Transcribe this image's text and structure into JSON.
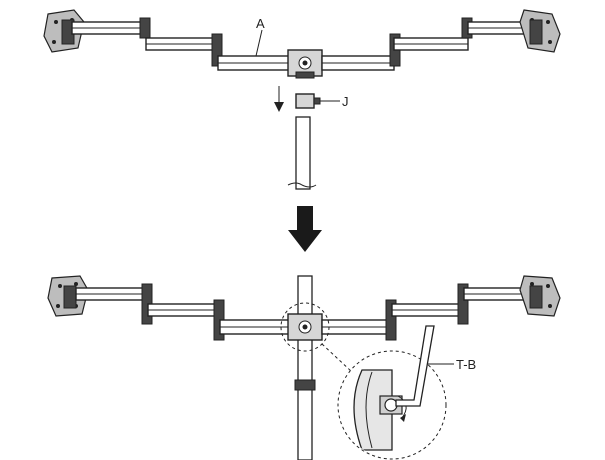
{
  "labels": {
    "arm": "A",
    "adapter": "J",
    "hex_key": "T-B"
  },
  "colors": {
    "line": "#222222",
    "arrow": "#1a1a1a",
    "plate": "#bdbdbd"
  }
}
